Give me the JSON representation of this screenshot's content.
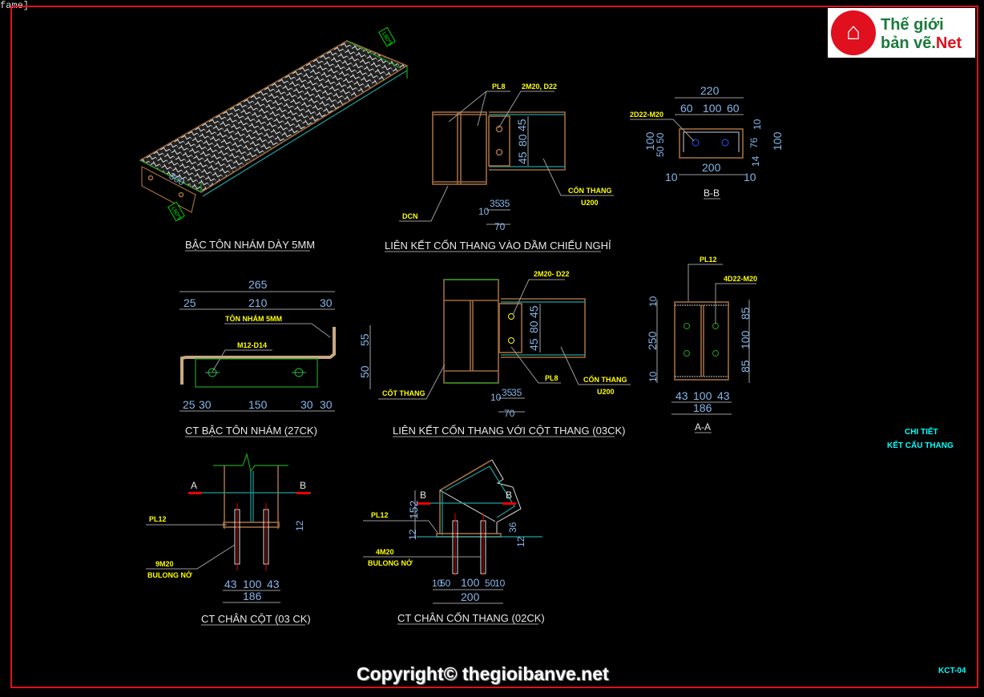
{
  "window": {
    "corner_text": "fame]"
  },
  "logo": {
    "line1": "Thế giới",
    "line2a": "bản vẽ.",
    "line2b": "Net",
    "icon": "house-icon"
  },
  "copyright": "Copyright© thegioibanve.net",
  "side_note": {
    "line1": "CHI TIẾT",
    "line2": "KẾT CẤU THANG"
  },
  "sheet_code": "KCT-04",
  "colors": {
    "frame": "#e0101e",
    "dim": "#86b6e8",
    "label": "#ffff00",
    "steel": "#a06b3c",
    "teal": "#20a0a0"
  },
  "views": {
    "step_iso": {
      "title": "BẬC TÔN NHÁM DÀY 5MM",
      "dims": [
        "300"
      ],
      "tags": [
        "L60*5",
        "L60*5"
      ]
    },
    "beam_conn": {
      "title": "LIÊN KẾT CỐN THANG VÀO DẦM CHIẾU NGHỈ",
      "labels": [
        "PL8",
        "2M20, D22",
        "CỐN THANG",
        "U200",
        "DCN"
      ],
      "dims": [
        "45",
        "80",
        "45",
        "35",
        "35",
        "10",
        "70"
      ]
    },
    "section_bb": {
      "title": "B-B",
      "labels": [
        "2D22-M20"
      ],
      "dims": [
        "220",
        "60",
        "100",
        "60",
        "200",
        "10",
        "10",
        "100",
        "50",
        "50",
        "10",
        "76",
        "14",
        "100"
      ]
    },
    "step_detail": {
      "title": "CT BẬC TÔN NHÁM (27CK)",
      "labels": [
        "TÔN NHÁM 5MM",
        "M12-D14"
      ],
      "dims": [
        "265",
        "25",
        "210",
        "30",
        "55",
        "50",
        "25",
        "30",
        "150",
        "30",
        "30"
      ]
    },
    "col_conn": {
      "title": "LIÊN KẾT CỐN THANG VỚI CỘT THANG (03CK)",
      "labels": [
        "2M20- D22",
        "PL8",
        "CỐN THANG",
        "U200",
        "CỐT THANG"
      ],
      "dims": [
        "45",
        "80",
        "45",
        "35",
        "35",
        "10",
        "70"
      ]
    },
    "section_aa": {
      "title": "A-A",
      "labels": [
        "PL12",
        "4D22-M20"
      ],
      "dims": [
        "10",
        "250",
        "10",
        "85",
        "100",
        "85",
        "43",
        "100",
        "43",
        "186"
      ]
    },
    "col_base": {
      "title": "CT CHÂN CỘT (03 CK)",
      "labels": [
        "PL12",
        "9M20",
        "BULONG NỞ"
      ],
      "section_marks": [
        "A",
        "B"
      ],
      "dims": [
        "12",
        "43",
        "100",
        "43",
        "186"
      ]
    },
    "stringer_base": {
      "title": "CT CHÂN CỐN THANG (02CK)",
      "labels": [
        "PL12",
        "4M20",
        "BULONG NỞ"
      ],
      "section_marks": [
        "B",
        "B"
      ],
      "dims": [
        "152",
        "12",
        "36",
        "12",
        "10",
        "50",
        "100",
        "50",
        "10",
        "200"
      ]
    }
  }
}
